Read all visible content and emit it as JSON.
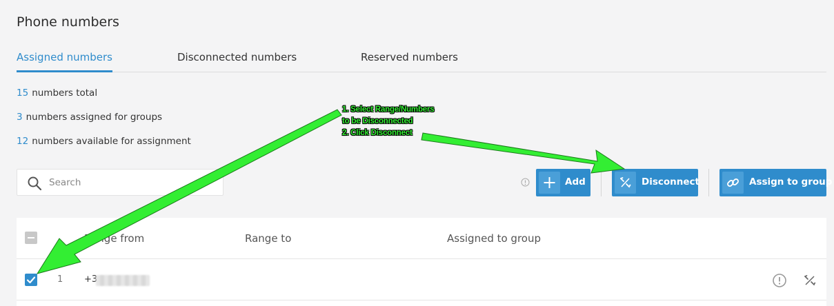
{
  "page": {
    "title": "Phone numbers"
  },
  "tabs": [
    {
      "label": "Assigned numbers",
      "active": true
    },
    {
      "label": "Disconnected numbers",
      "active": false
    },
    {
      "label": "Reserved numbers",
      "active": false
    }
  ],
  "stats": [
    {
      "value": "15",
      "text": "numbers total"
    },
    {
      "value": "3",
      "text": "numbers assigned for groups"
    },
    {
      "value": "12",
      "text": "numbers available for assignment"
    }
  ],
  "search": {
    "placeholder": "Search",
    "value": ""
  },
  "toolbar": {
    "add_label": "Add",
    "disconnect_label": "Disconnect",
    "assign_label": "Assign to group"
  },
  "table": {
    "columns": [
      "Range from",
      "Range to",
      "Assigned to group"
    ],
    "select_all_state": "indeterminate",
    "rows": [
      {
        "index": "1",
        "range_from": "+3",
        "range_to": "",
        "assigned_group": "",
        "selected": true
      }
    ]
  },
  "annotation": {
    "lines": [
      "1. Select Range/Numbers",
      "to be Disconnected",
      "2. Click Disconnect"
    ],
    "color": "#33ee33"
  },
  "colors": {
    "accent": "#2f8ccc",
    "background": "#f4f4f5"
  }
}
